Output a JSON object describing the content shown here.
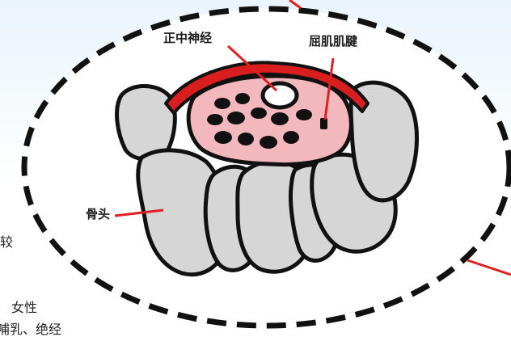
{
  "diagram": {
    "labels": {
      "median_nerve": "正中神经",
      "flexor_tendons": "屈肌肌腱",
      "bone": "骨头"
    },
    "cropped_text": {
      "right_edge_1": "较",
      "bottom_1": "女性",
      "bottom_2": "哺乳、绝经"
    },
    "colors": {
      "ligament": "#d81e1e",
      "tunnel_fill": "#f2b8bd",
      "bone_fill": "#d6d6d6",
      "outline": "#111111",
      "leader_line": "#e02020",
      "dashed_frame": "#111111",
      "pointer_line": "#e02020"
    }
  }
}
